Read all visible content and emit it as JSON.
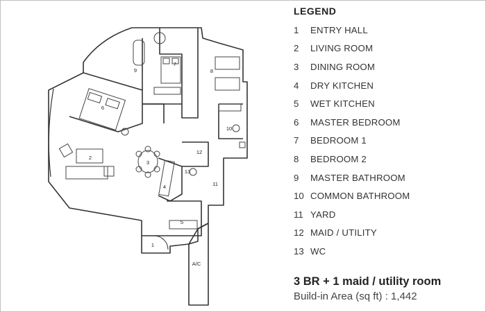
{
  "legend": {
    "title": "LEGEND",
    "items": [
      {
        "num": "1",
        "label": "ENTRY HALL"
      },
      {
        "num": "2",
        "label": "LIVING ROOM"
      },
      {
        "num": "3",
        "label": "DINING ROOM"
      },
      {
        "num": "4",
        "label": "DRY KITCHEN"
      },
      {
        "num": "5",
        "label": "WET KITCHEN"
      },
      {
        "num": "6",
        "label": "MASTER BEDROOM"
      },
      {
        "num": "7",
        "label": "BEDROOM 1"
      },
      {
        "num": "8",
        "label": "BEDROOM 2"
      },
      {
        "num": "9",
        "label": "MASTER BATHROOM"
      },
      {
        "num": "10",
        "label": "COMMON BATHROOM"
      },
      {
        "num": "11",
        "label": "YARD"
      },
      {
        "num": "12",
        "label": "MAID / UTILITY"
      },
      {
        "num": "13",
        "label": "WC"
      }
    ]
  },
  "summary": {
    "title": "3 BR + 1 maid / utility room",
    "area": "Build-in Area (sq ft) : 1,442"
  },
  "plan_labels": {
    "room_1": "1",
    "room_2": "2",
    "room_3": "3",
    "room_4": "4",
    "room_5": "5",
    "room_6": "6",
    "room_7": "7",
    "room_8": "8",
    "room_9": "9",
    "room_10": "10",
    "room_11": "11",
    "room_12": "12",
    "room_13": "13",
    "ac": "A/C"
  }
}
